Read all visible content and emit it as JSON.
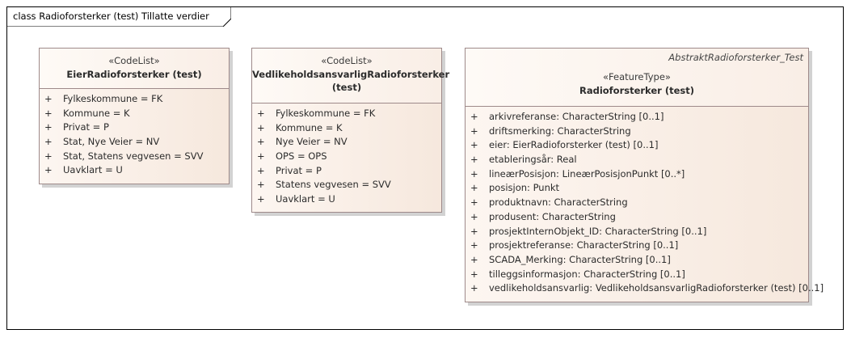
{
  "diagram": {
    "title": "class Radioforsterker (test) Tillatte verdier"
  },
  "classes": [
    {
      "id": "eier",
      "stereotype": "«CodeList»",
      "name": "EierRadioforsterker (test)",
      "attributes": [
        {
          "vis": "+",
          "text": "Fylkeskommune = FK"
        },
        {
          "vis": "+",
          "text": "Kommune = K"
        },
        {
          "vis": "+",
          "text": "Privat = P"
        },
        {
          "vis": "+",
          "text": "Stat, Nye Veier = NV"
        },
        {
          "vis": "+",
          "text": "Stat, Statens vegvesen = SVV"
        },
        {
          "vis": "+",
          "text": "Uavklart = U"
        }
      ]
    },
    {
      "id": "vedlikehold",
      "stereotype": "«CodeList»",
      "name_line1": "VedlikeholdsansvarligRadioforsterker",
      "name_line2": "(test)",
      "attributes": [
        {
          "vis": "+",
          "text": "Fylkeskommune = FK"
        },
        {
          "vis": "+",
          "text": "Kommune = K"
        },
        {
          "vis": "+",
          "text": "Nye Veier = NV"
        },
        {
          "vis": "+",
          "text": "OPS = OPS"
        },
        {
          "vis": "+",
          "text": "Privat = P"
        },
        {
          "vis": "+",
          "text": "Statens vegvesen = SVV"
        },
        {
          "vis": "+",
          "text": "Uavklart = U"
        }
      ]
    },
    {
      "id": "radioforsterker",
      "parent": "AbstraktRadioforsterker_Test",
      "stereotype": "«FeatureType»",
      "name": "Radioforsterker (test)",
      "attributes": [
        {
          "vis": "+",
          "text": "arkivreferanse: CharacterString [0..1]"
        },
        {
          "vis": "+",
          "text": "driftsmerking: CharacterString"
        },
        {
          "vis": "+",
          "text": "eier: EierRadioforsterker (test) [0..1]"
        },
        {
          "vis": "+",
          "text": "etableringsår: Real"
        },
        {
          "vis": "+",
          "text": "lineærPosisjon: LineærPosisjonPunkt [0..*]"
        },
        {
          "vis": "+",
          "text": "posisjon: Punkt"
        },
        {
          "vis": "+",
          "text": "produktnavn: CharacterString"
        },
        {
          "vis": "+",
          "text": "produsent: CharacterString"
        },
        {
          "vis": "+",
          "text": "prosjektInternObjekt_ID: CharacterString [0..1]"
        },
        {
          "vis": "+",
          "text": "prosjektreferanse: CharacterString [0..1]"
        },
        {
          "vis": "+",
          "text": "SCADA_Merking: CharacterString [0..1]"
        },
        {
          "vis": "+",
          "text": "tilleggsinformasjon: CharacterString [0..1]"
        },
        {
          "vis": "+",
          "text": "vedlikeholdsansvarlig: VedlikeholdsansvarligRadioforsterker (test) [0..1]"
        }
      ]
    }
  ],
  "colors": {
    "frame_border": "#000000",
    "class_border": "#9e8a8a",
    "class_fill_light": "#fdf6f1",
    "class_fill_dark": "#f6e8dd",
    "shadow": "#d2d2d2"
  }
}
